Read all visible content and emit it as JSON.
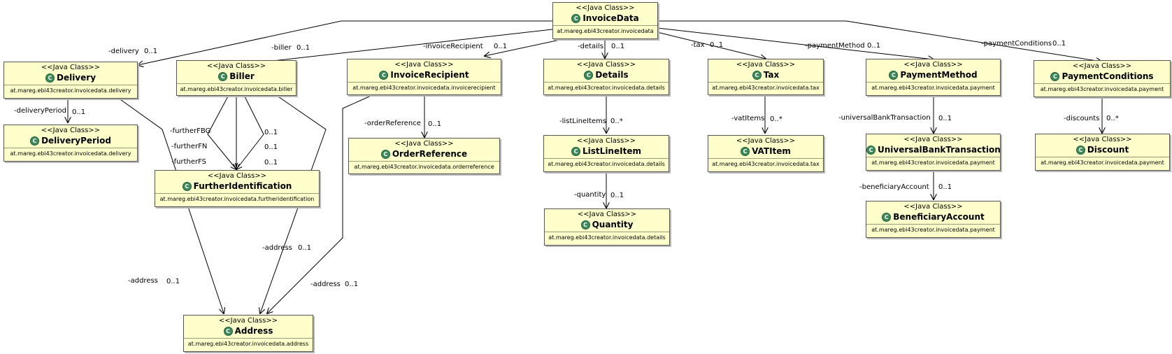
{
  "stereotype": "<<Java Class>>",
  "class_icon_letter": "C",
  "colors": {
    "class_fill": "#ffffcc",
    "class_border": "#555555",
    "icon": "#3f8a5c",
    "edge": "#000000"
  },
  "classes": {
    "invoicedata": {
      "name": "InvoiceData",
      "package": "at.mareg.ebi43creator.invoicedata"
    },
    "delivery": {
      "name": "Delivery",
      "package": "at.mareg.ebi43creator.invoicedata.delivery"
    },
    "deliveryperiod": {
      "name": "DeliveryPeriod",
      "package": "at.mareg.ebi43creator.invoicedata.delivery"
    },
    "biller": {
      "name": "Biller",
      "package": "at.mareg.ebi43creator.invoicedata.biller"
    },
    "furtheridentification": {
      "name": "FurtherIdentification",
      "package": "at.mareg.ebi43creator.invoicedata.furtheridentification"
    },
    "invoicerecipient": {
      "name": "InvoiceRecipient",
      "package": "at.mareg.ebi43creator.invoicedata.invoicerecipient"
    },
    "orderreference": {
      "name": "OrderReference",
      "package": "at.mareg.ebi43creator.invoicedata.orderreference"
    },
    "details": {
      "name": "Details",
      "package": "at.mareg.ebi43creator.invoicedata.details"
    },
    "listlineitem": {
      "name": "ListLineItem",
      "package": "at.mareg.ebi43creator.invoicedata.details"
    },
    "quantity": {
      "name": "Quantity",
      "package": "at.mareg.ebi43creator.invoicedata.details"
    },
    "tax": {
      "name": "Tax",
      "package": "at.mareg.ebi43creator.invoicedata.tax"
    },
    "vatitem": {
      "name": "VATItem",
      "package": "at.mareg.ebi43creator.invoicedata.tax"
    },
    "paymentmethod": {
      "name": "PaymentMethod",
      "package": "at.mareg.ebi43creator.invoicedata.payment"
    },
    "universalbanktransaction": {
      "name": "UniversalBankTransaction",
      "package": "at.mareg.ebi43creator.invoicedata.payment"
    },
    "beneficiaryaccount": {
      "name": "BeneficiaryAccount",
      "package": "at.mareg.ebi43creator.invoicedata.payment"
    },
    "paymentconditions": {
      "name": "PaymentConditions",
      "package": "at.mareg.ebi43creator.invoicedata.payment"
    },
    "discount": {
      "name": "Discount",
      "package": "at.mareg.ebi43creator.invoicedata.payment"
    },
    "address": {
      "name": "Address",
      "package": "at.mareg.ebi43creator.invoicedata.address"
    }
  },
  "associations": [
    {
      "id": "delivery",
      "from": "InvoiceData",
      "to": "Delivery",
      "role": "-delivery",
      "multiplicity": "0..1"
    },
    {
      "id": "biller",
      "from": "InvoiceData",
      "to": "Biller",
      "role": "-biller",
      "multiplicity": "0..1"
    },
    {
      "id": "invoicerecipient",
      "from": "InvoiceData",
      "to": "InvoiceRecipient",
      "role": "-invoiceRecipient",
      "multiplicity": "0..1"
    },
    {
      "id": "details",
      "from": "InvoiceData",
      "to": "Details",
      "role": "-details",
      "multiplicity": "0..1"
    },
    {
      "id": "tax",
      "from": "InvoiceData",
      "to": "Tax",
      "role": "-tax",
      "multiplicity": "0..1"
    },
    {
      "id": "paymentmethod",
      "from": "InvoiceData",
      "to": "PaymentMethod",
      "role": "-paymentMethod",
      "multiplicity": "0..1"
    },
    {
      "id": "paymentconditions",
      "from": "InvoiceData",
      "to": "PaymentConditions",
      "role": "-paymentConditions",
      "multiplicity": "0..1"
    },
    {
      "id": "deliveryperiod",
      "from": "Delivery",
      "to": "DeliveryPeriod",
      "role": "-deliveryPeriod",
      "multiplicity": "0..1"
    },
    {
      "id": "delivery-address",
      "from": "Delivery",
      "to": "Address",
      "role": "-address",
      "multiplicity": "0..1"
    },
    {
      "id": "furtherfbg",
      "from": "Biller",
      "to": "FurtherIdentification",
      "role": "-furtherFBG",
      "multiplicity": "0..1"
    },
    {
      "id": "furtherfn",
      "from": "Biller",
      "to": "FurtherIdentification",
      "role": "-furtherFN",
      "multiplicity": "0..1"
    },
    {
      "id": "furtherfs",
      "from": "Biller",
      "to": "FurtherIdentification",
      "role": "-furtherFS",
      "multiplicity": "0..1"
    },
    {
      "id": "biller-address",
      "from": "Biller",
      "to": "Address",
      "role": "-address",
      "multiplicity": "0..1"
    },
    {
      "id": "recipient-address",
      "from": "InvoiceRecipient",
      "to": "Address",
      "role": "-address",
      "multiplicity": "0..1"
    },
    {
      "id": "orderreference",
      "from": "InvoiceRecipient",
      "to": "OrderReference",
      "role": "-orderReference",
      "multiplicity": "0..1"
    },
    {
      "id": "listlineitems",
      "from": "Details",
      "to": "ListLineItem",
      "role": "-listLineItems",
      "multiplicity": "0..*"
    },
    {
      "id": "quantity",
      "from": "ListLineItem",
      "to": "Quantity",
      "role": "-quantity",
      "multiplicity": "0..1"
    },
    {
      "id": "vatitems",
      "from": "Tax",
      "to": "VATItem",
      "role": "-vatItems",
      "multiplicity": "0..*"
    },
    {
      "id": "universalbanktransaction",
      "from": "PaymentMethod",
      "to": "UniversalBankTransaction",
      "role": "-universalBankTransaction",
      "multiplicity": "0..1"
    },
    {
      "id": "beneficiaryaccount",
      "from": "UniversalBankTransaction",
      "to": "BeneficiaryAccount",
      "role": "-beneficiaryAccount",
      "multiplicity": "0..1"
    },
    {
      "id": "discounts",
      "from": "PaymentConditions",
      "to": "Discount",
      "role": "-discounts",
      "multiplicity": "0..*"
    }
  ]
}
